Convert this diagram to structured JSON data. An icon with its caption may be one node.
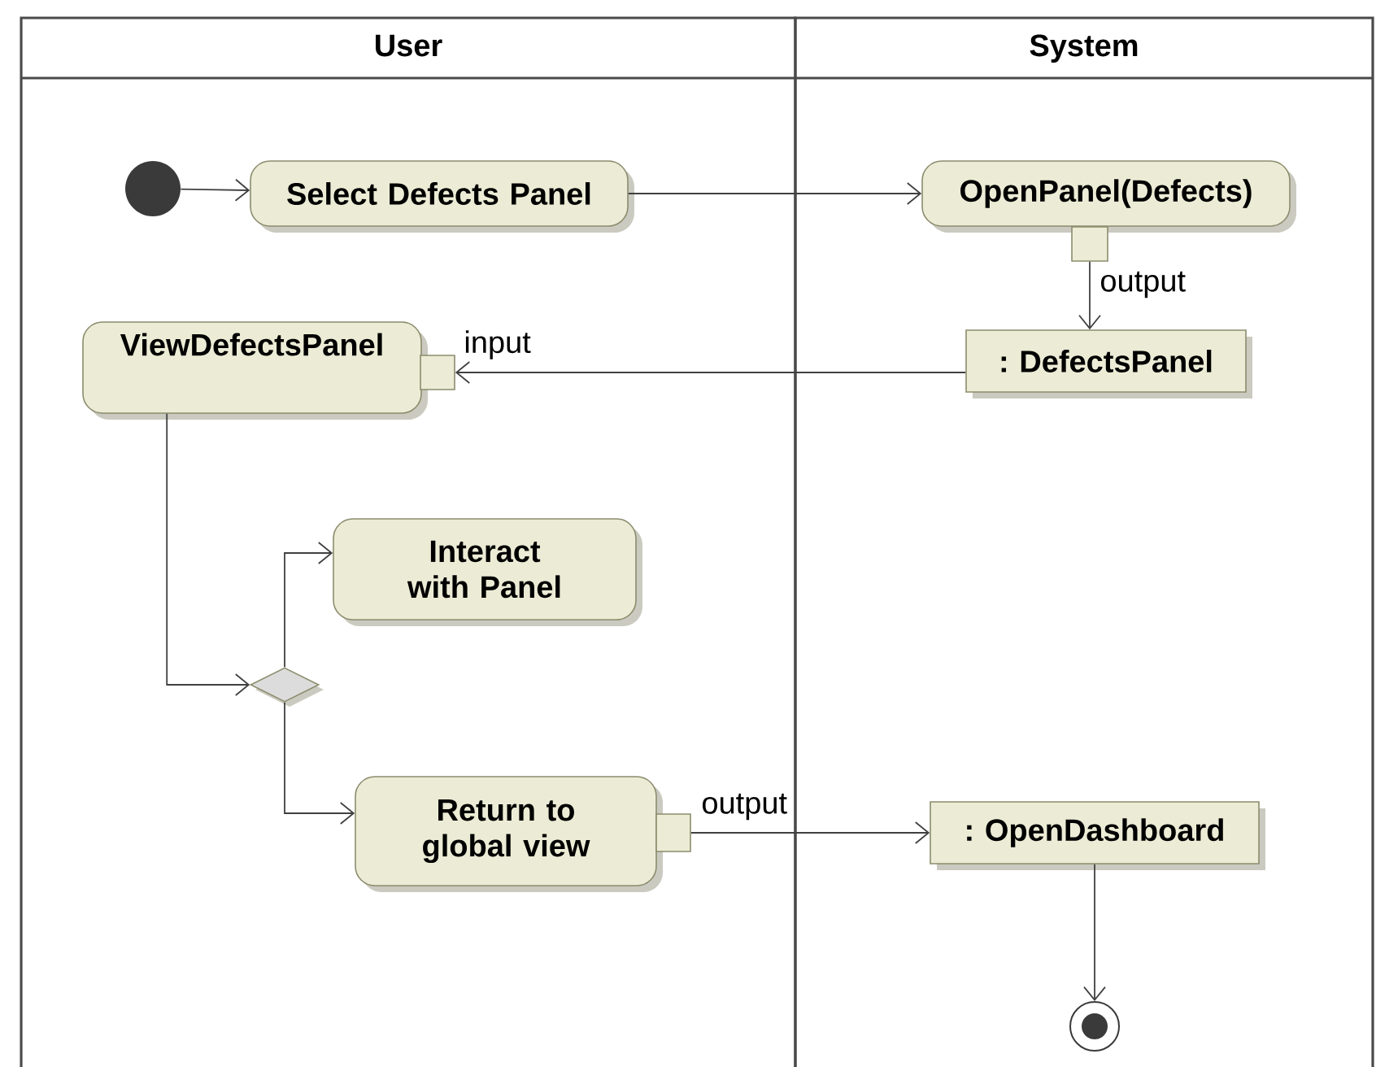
{
  "diagram": {
    "nodes": [
      {
        "text": [
          "User"
        ]
      },
      {
        "text": [
          "System"
        ]
      },
      {
        "text": [],
        "shape": "circle",
        "in": 0
      },
      {
        "text": [
          "Select Defects Panel"
        ],
        "in": 0
      },
      {
        "text": [
          "OpenPanel(Defects)"
        ],
        "in": 1
      },
      {
        "text": [],
        "shape": "box",
        "in": 1,
        "beside": [
          "output"
        ]
      },
      {
        "text": [
          ": DefectsPanel"
        ],
        "in": 1
      },
      {
        "text": [
          "ViewDefectsPanel"
        ],
        "in": 0
      },
      {
        "text": [],
        "shape": "box",
        "in": 0,
        "beside": [
          "input"
        ]
      },
      {
        "text": [
          "Interact with Panel"
        ],
        "in": 0
      },
      {
        "text": [],
        "shape": "diamond",
        "in": 0
      },
      {
        "text": [
          "Return to global view"
        ],
        "in": 0
      },
      {
        "text": [],
        "shape": "box",
        "in": 0,
        "beside": [
          "output"
        ]
      },
      {
        "text": [
          ": OpenDashboard"
        ],
        "in": 1
      },
      {
        "text": [],
        "shape": "circle",
        "in": 1
      }
    ],
    "edges": [
      {
        "from": 2,
        "to": 3,
        "arrow": "to"
      },
      {
        "from": 3,
        "to": 4,
        "arrow": "to"
      },
      {
        "from": 5,
        "to": 6,
        "arrow": "to"
      },
      {
        "from": 6,
        "to": 8,
        "arrow": "to"
      },
      {
        "from": 7,
        "to": 10,
        "arrow": "to"
      },
      {
        "from": 10,
        "to": 9,
        "arrow": "to"
      },
      {
        "from": 10,
        "to": 11,
        "arrow": "to"
      },
      {
        "from": 12,
        "to": 13,
        "arrow": "to"
      },
      {
        "from": 13,
        "to": 14,
        "arrow": "to"
      }
    ]
  }
}
